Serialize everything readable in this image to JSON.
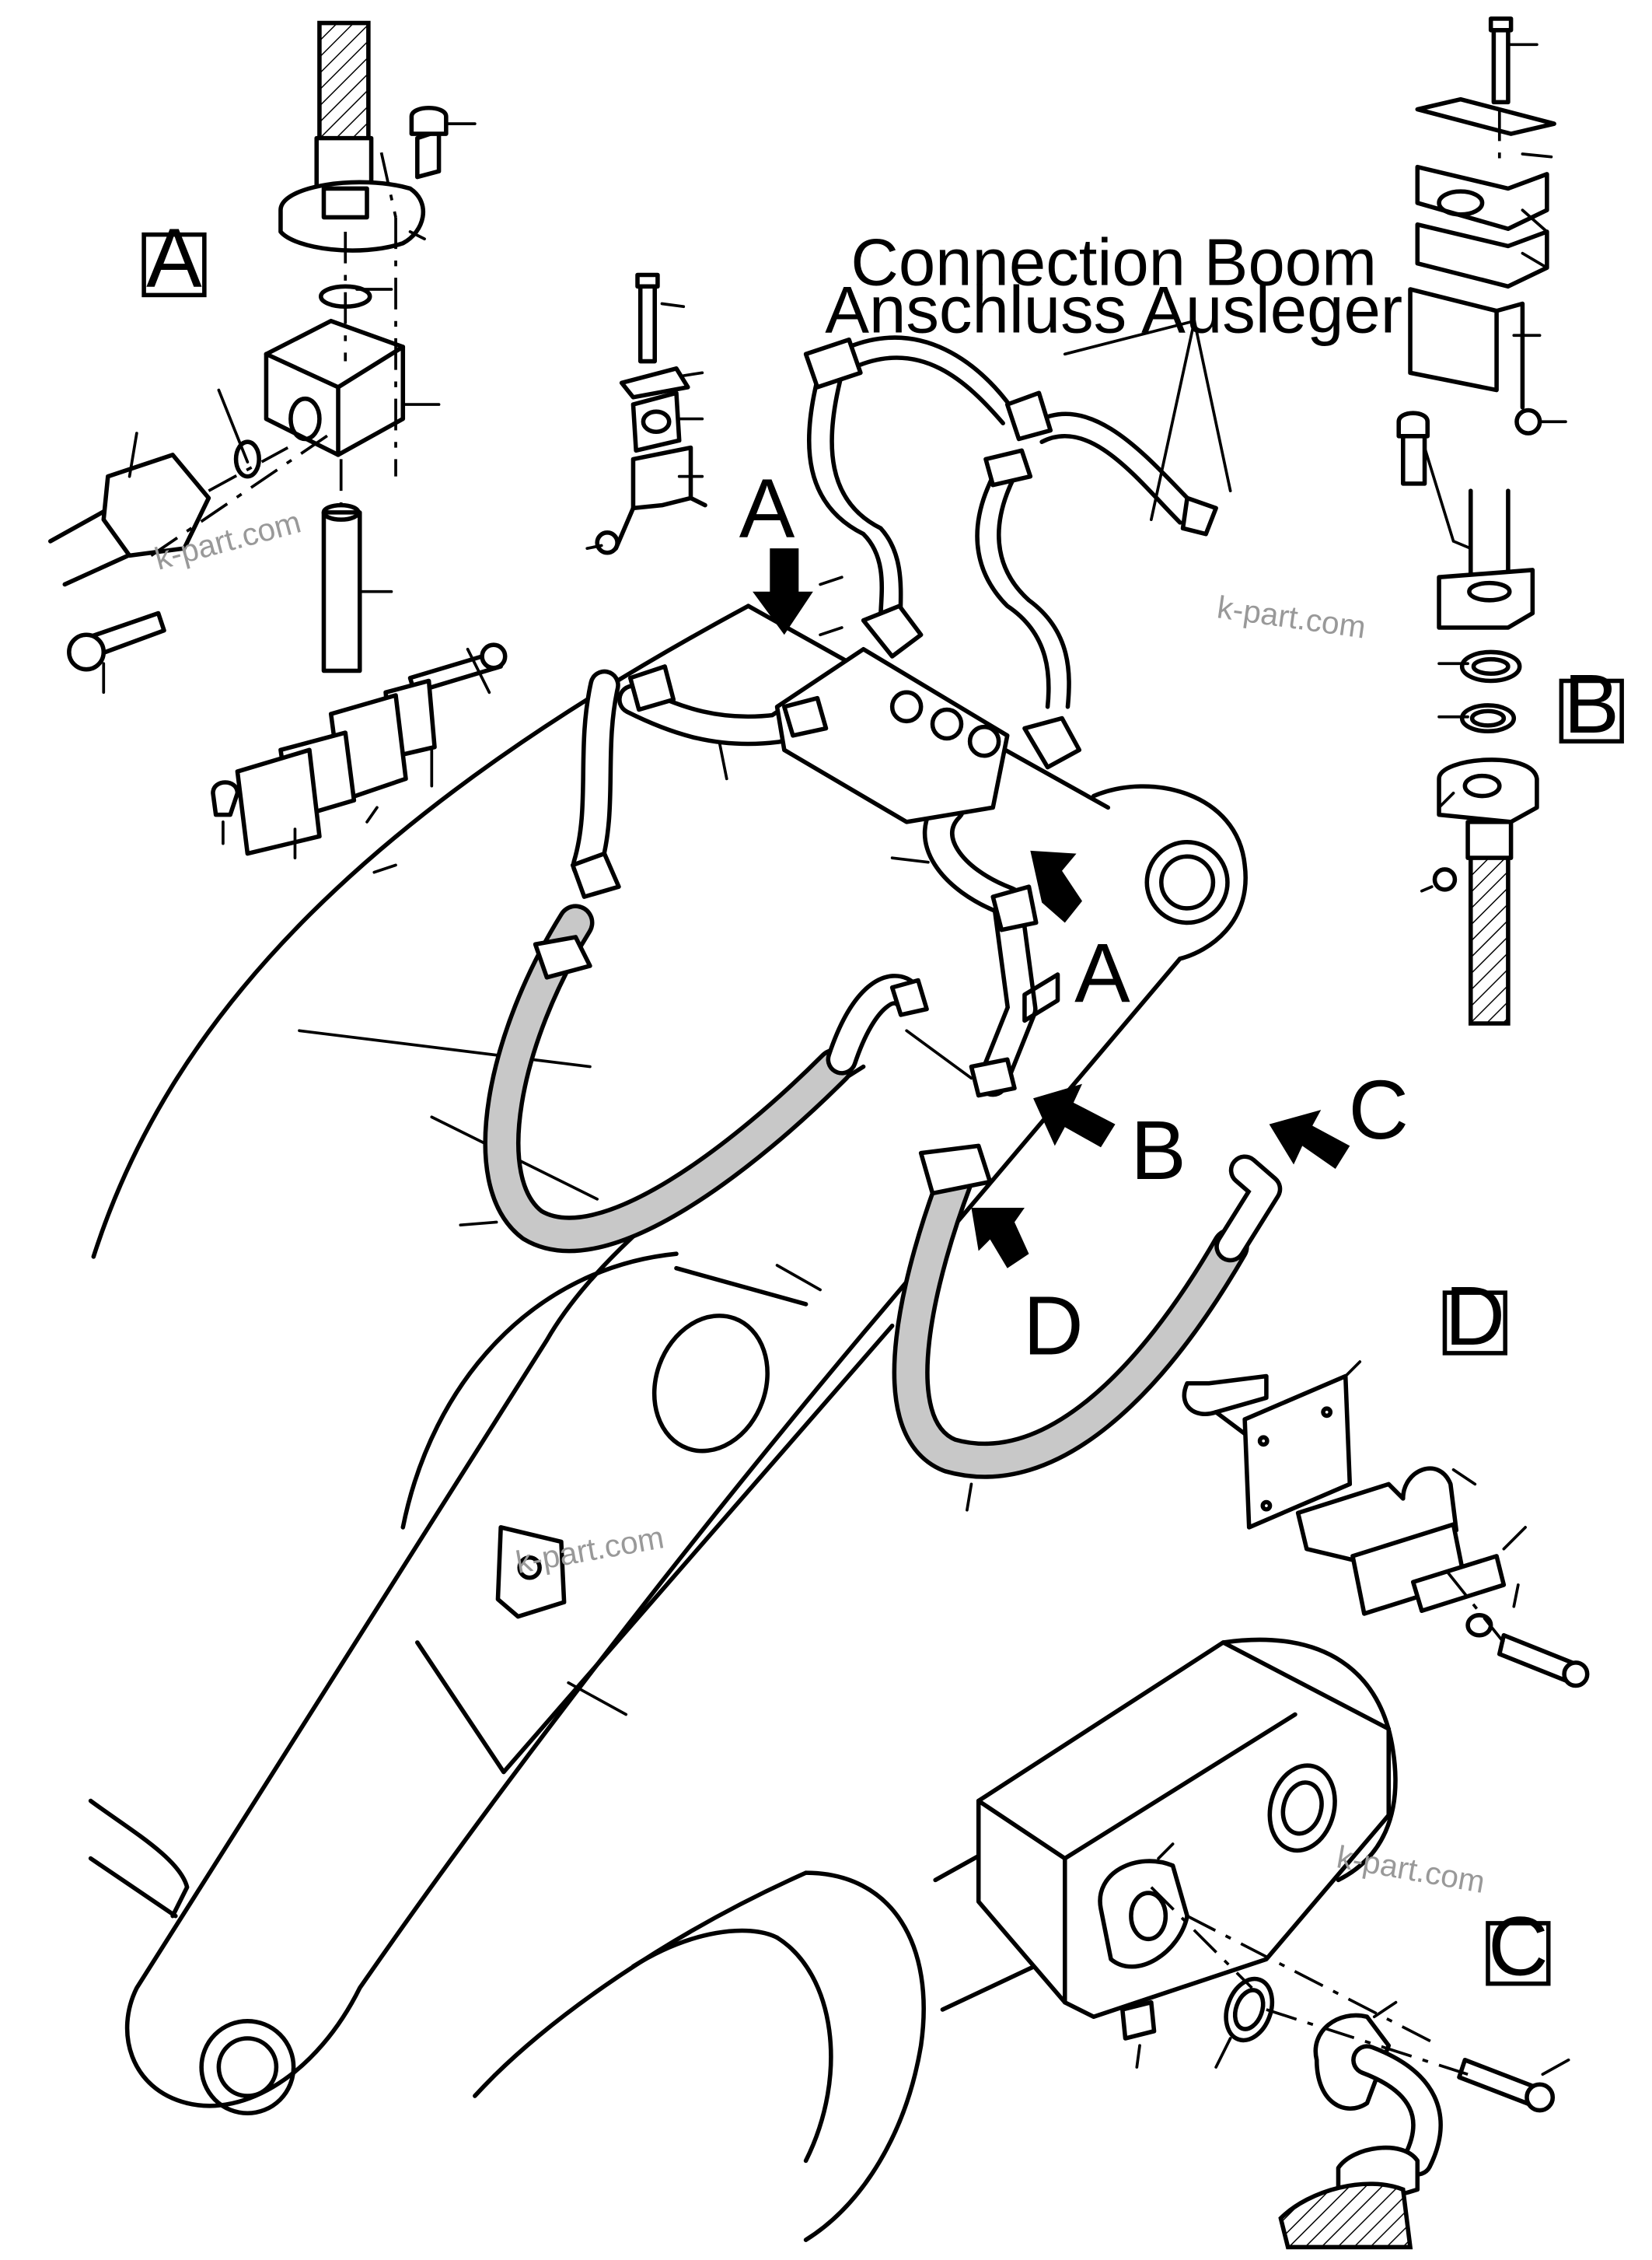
{
  "caption": {
    "line1": "Connection Boom",
    "line2": "Anschluss Ausleger"
  },
  "detail_boxes": {
    "A": "A",
    "B": "B",
    "C": "C",
    "D": "D"
  },
  "arrow_labels": {
    "A_top": "A",
    "A_mid": "A",
    "B": "B",
    "C": "C",
    "D": "D"
  },
  "watermarks": [
    "k-part.com",
    "k-part.com",
    "k-part.com",
    "k-part.com"
  ]
}
